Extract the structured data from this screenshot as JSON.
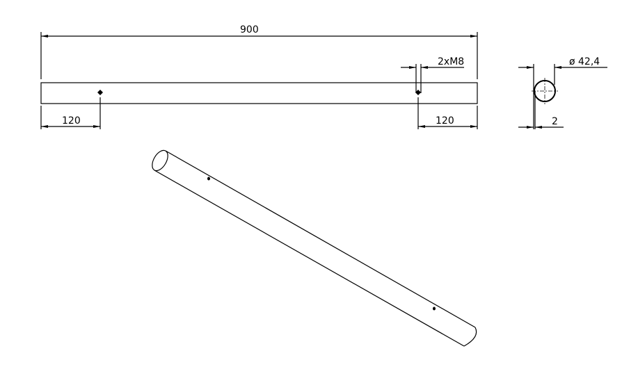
{
  "drawing": {
    "overall_length": "900",
    "left_hole_offset": "120",
    "right_hole_offset": "120",
    "hole_spec": "2xM8",
    "diameter": "ø 42,4",
    "wall_thickness": "2"
  },
  "colors": {
    "line": "#000000",
    "background": "#ffffff"
  }
}
